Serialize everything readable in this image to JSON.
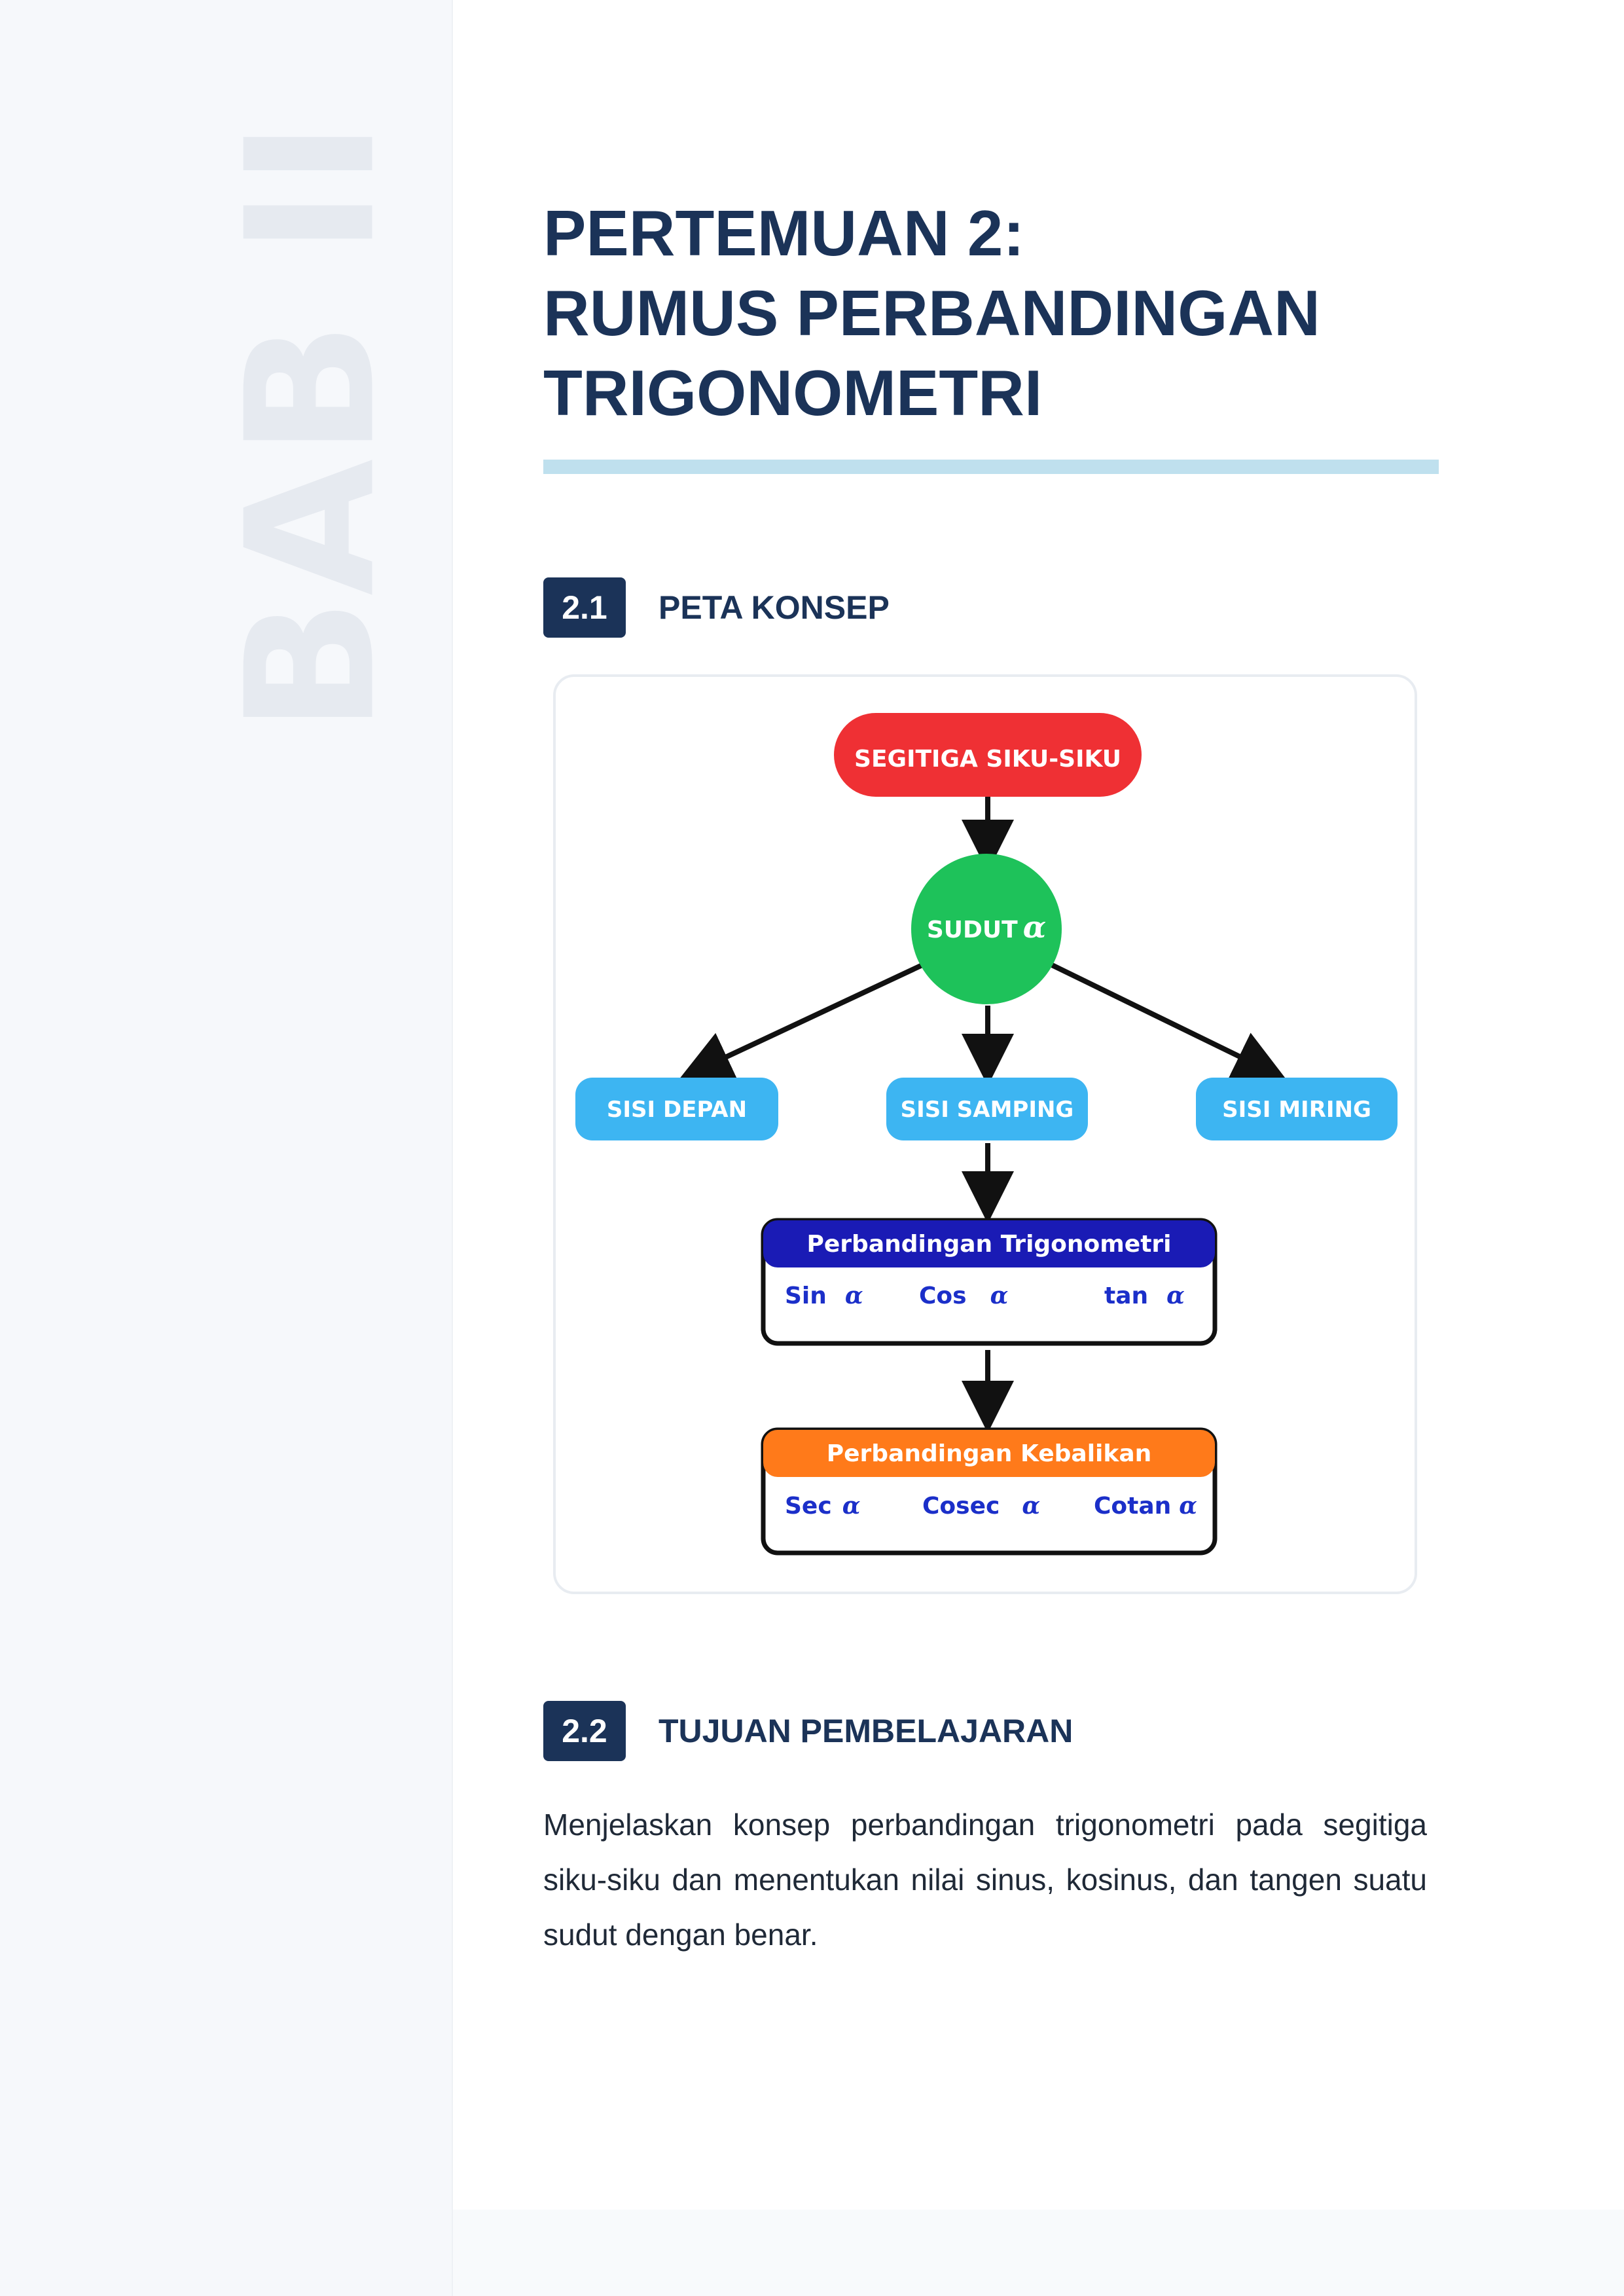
{
  "sidebar": {
    "chapter_label": "BAB II"
  },
  "title": {
    "line1": "PERTEMUAN 2:",
    "line2": "RUMUS PERBANDINGAN",
    "line3": "TRIGONOMETRI"
  },
  "section1": {
    "number": "2.1",
    "title": "PETA KONSEP"
  },
  "concept_map": {
    "root": "SEGITIGA SIKU-SIKU",
    "angle_label": "SUDUT",
    "alpha": "α",
    "sides": [
      "SISI DEPAN",
      "SISI SAMPING",
      "SISI MIRING"
    ],
    "ratios": {
      "header": "Perbandingan Trigonometri",
      "items": [
        "Sin",
        "Cos",
        "tan"
      ]
    },
    "reciprocals": {
      "header": "Perbandingan Kebalikan",
      "items": [
        "Sec",
        "Cosec",
        "Cotan"
      ]
    },
    "colors": {
      "root": "#ef3034",
      "angle": "#1ec25a",
      "sides": "#3db5f2",
      "ratios_header": "#1a1bb5",
      "reciprocals_header": "#ff7a1a"
    }
  },
  "section2": {
    "number": "2.2",
    "title": "TUJUAN PEMBELAJARAN"
  },
  "objective": "Menjelaskan konsep perbandingan trigonometri pada segitiga siku-siku dan menentukan nilai sinus, kosinus, dan tangen suatu sudut dengan benar."
}
